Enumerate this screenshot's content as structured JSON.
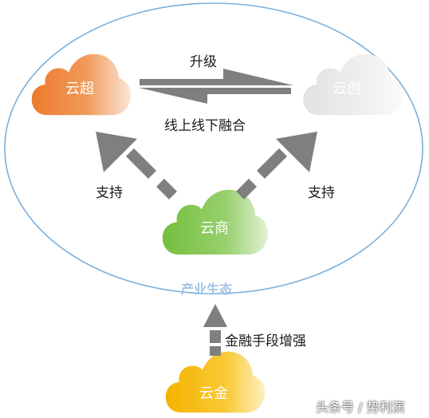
{
  "clouds": {
    "yunchao": "云超",
    "yunchuang": "云创",
    "yunshang": "云商",
    "yunjin": "云金"
  },
  "labels": {
    "upgrade": "升级",
    "online_offline": "线上线下融合",
    "support_left": "支持",
    "support_right": "支持",
    "ecosystem": "产业生态",
    "finance": "金融手段增强"
  },
  "watermark": "头条号 / 势利演",
  "colors": {
    "yunchao": "#ee7d30",
    "yunchuang": "#e6e6e6",
    "yunshang": "#7dc24a",
    "yunjin": "#f5b800",
    "arrow": "#7f7f7f",
    "ellipse": "#7bb0dc"
  }
}
